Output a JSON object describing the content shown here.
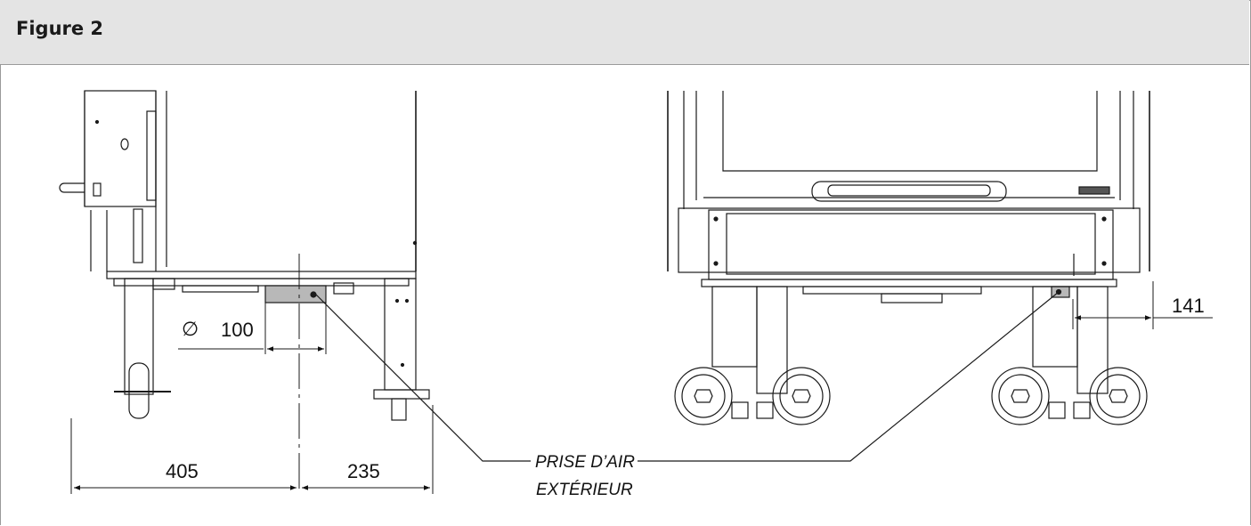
{
  "figure": {
    "title": "Figure 2"
  },
  "labels": {
    "air_intake_line1": "PRISE D’AIR",
    "air_intake_line2": "EXTÉRIEUR"
  },
  "dimensions": {
    "diameter_symbol": "∅",
    "diameter": "100",
    "left_width": "405",
    "right_width": "235",
    "offset": "141"
  },
  "colors": {
    "header_bg": "#e4e4e4",
    "line": "#1a1a1a",
    "intake_fill": "#b8b8b8"
  }
}
